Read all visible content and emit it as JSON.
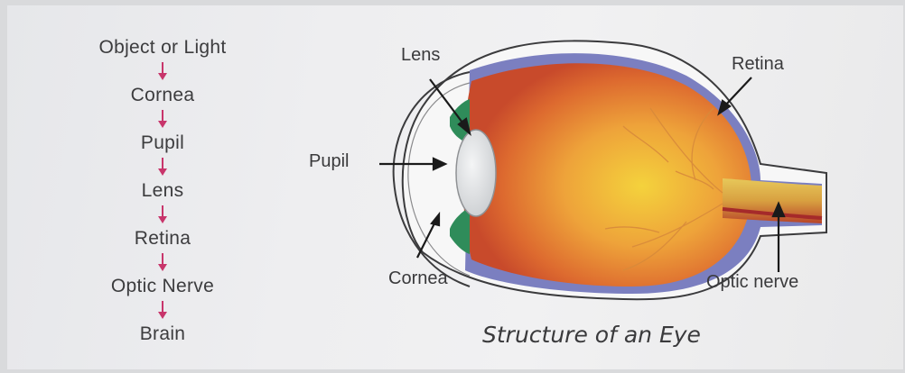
{
  "flow": {
    "steps": [
      "Object or Light",
      "Cornea",
      "Pupil",
      "Lens",
      "Retina",
      "Optic Nerve",
      "Brain"
    ]
  },
  "diagram": {
    "labels": {
      "lens": "Lens",
      "retina": "Retina",
      "pupil": "Pupil",
      "cornea": "Cornea",
      "optic_nerve": "Optic nerve"
    },
    "caption": "Structure of an Eye"
  },
  "colors": {
    "flow_arrow": "#c8356b",
    "eyeball": "#e27a33",
    "sclera_rim": "#6f73b8",
    "lens": "#e3e5e8",
    "iris": "#2f8c5a"
  }
}
